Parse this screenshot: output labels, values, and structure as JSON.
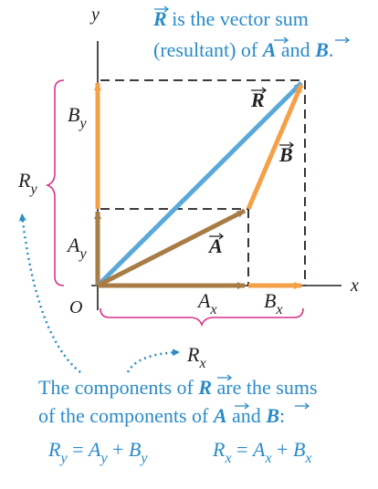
{
  "axes": {
    "x_label": "x",
    "y_label": "y",
    "origin_label": "O"
  },
  "vectors": {
    "A": "A",
    "B": "B",
    "R": "R",
    "Ax": "A",
    "Ax_sub": "x",
    "Ay": "A",
    "Ay_sub": "y",
    "Bx": "B",
    "Bx_sub": "x",
    "By": "B",
    "By_sub": "y",
    "Rx": "R",
    "Rx_sub": "x",
    "Ry": "R",
    "Ry_sub": "y"
  },
  "top_caption": {
    "line1_rest": " is the vector sum",
    "line2_pre": "(resultant) of ",
    "and": " and ",
    "period": "."
  },
  "bottom_caption": {
    "line1_pre": "The components of ",
    "line1_post": " are the sums",
    "line2_pre": "of the components of ",
    "and": " and ",
    "colon": ":"
  },
  "equations": {
    "ry": {
      "lhs": "R",
      "lhs_sub": "y",
      "eq": " = ",
      "t1": "A",
      "t1_sub": "y",
      "plus": " + ",
      "t2": "B",
      "t2_sub": "y"
    },
    "rx": {
      "lhs": "R",
      "lhs_sub": "x",
      "eq": " = ",
      "t1": "A",
      "t1_sub": "x",
      "plus": " + ",
      "t2": "B",
      "t2_sub": "x"
    }
  },
  "colors": {
    "R": "#5aa9d9",
    "A": "#a87c45",
    "B": "#f5a047",
    "text_blue": "#2a8bc8",
    "brace": "#d6338a",
    "axis": "#231f20"
  }
}
